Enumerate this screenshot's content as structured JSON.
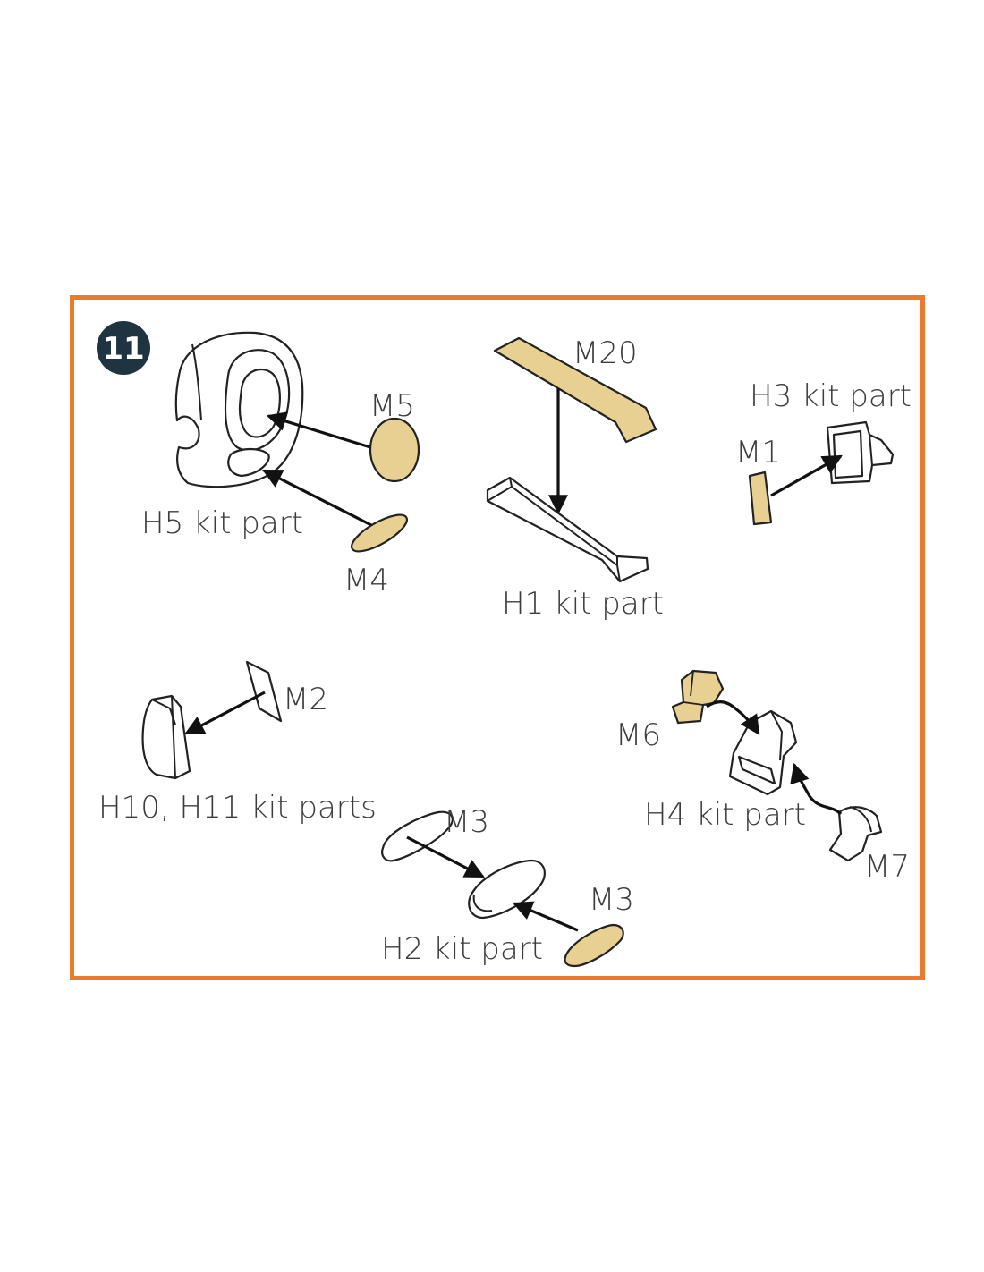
{
  "step": {
    "number": "11"
  },
  "colors": {
    "frame": "#ea7a2c",
    "badge": "#1f3340",
    "photoetch": "#e8cf92"
  },
  "labels": {
    "m20": "M20",
    "h3": "H3 kit part",
    "m5": "M5",
    "m1": "M1",
    "h5": "H5 kit part",
    "m4": "M4",
    "h1": "H1 kit part",
    "m2": "M2",
    "m6": "M6",
    "h10_h11": "H10, H11 kit parts",
    "m3_top": "M3",
    "h4": "H4 kit part",
    "m7": "M7",
    "m3_bottom": "M3",
    "h2": "H2 kit part"
  }
}
